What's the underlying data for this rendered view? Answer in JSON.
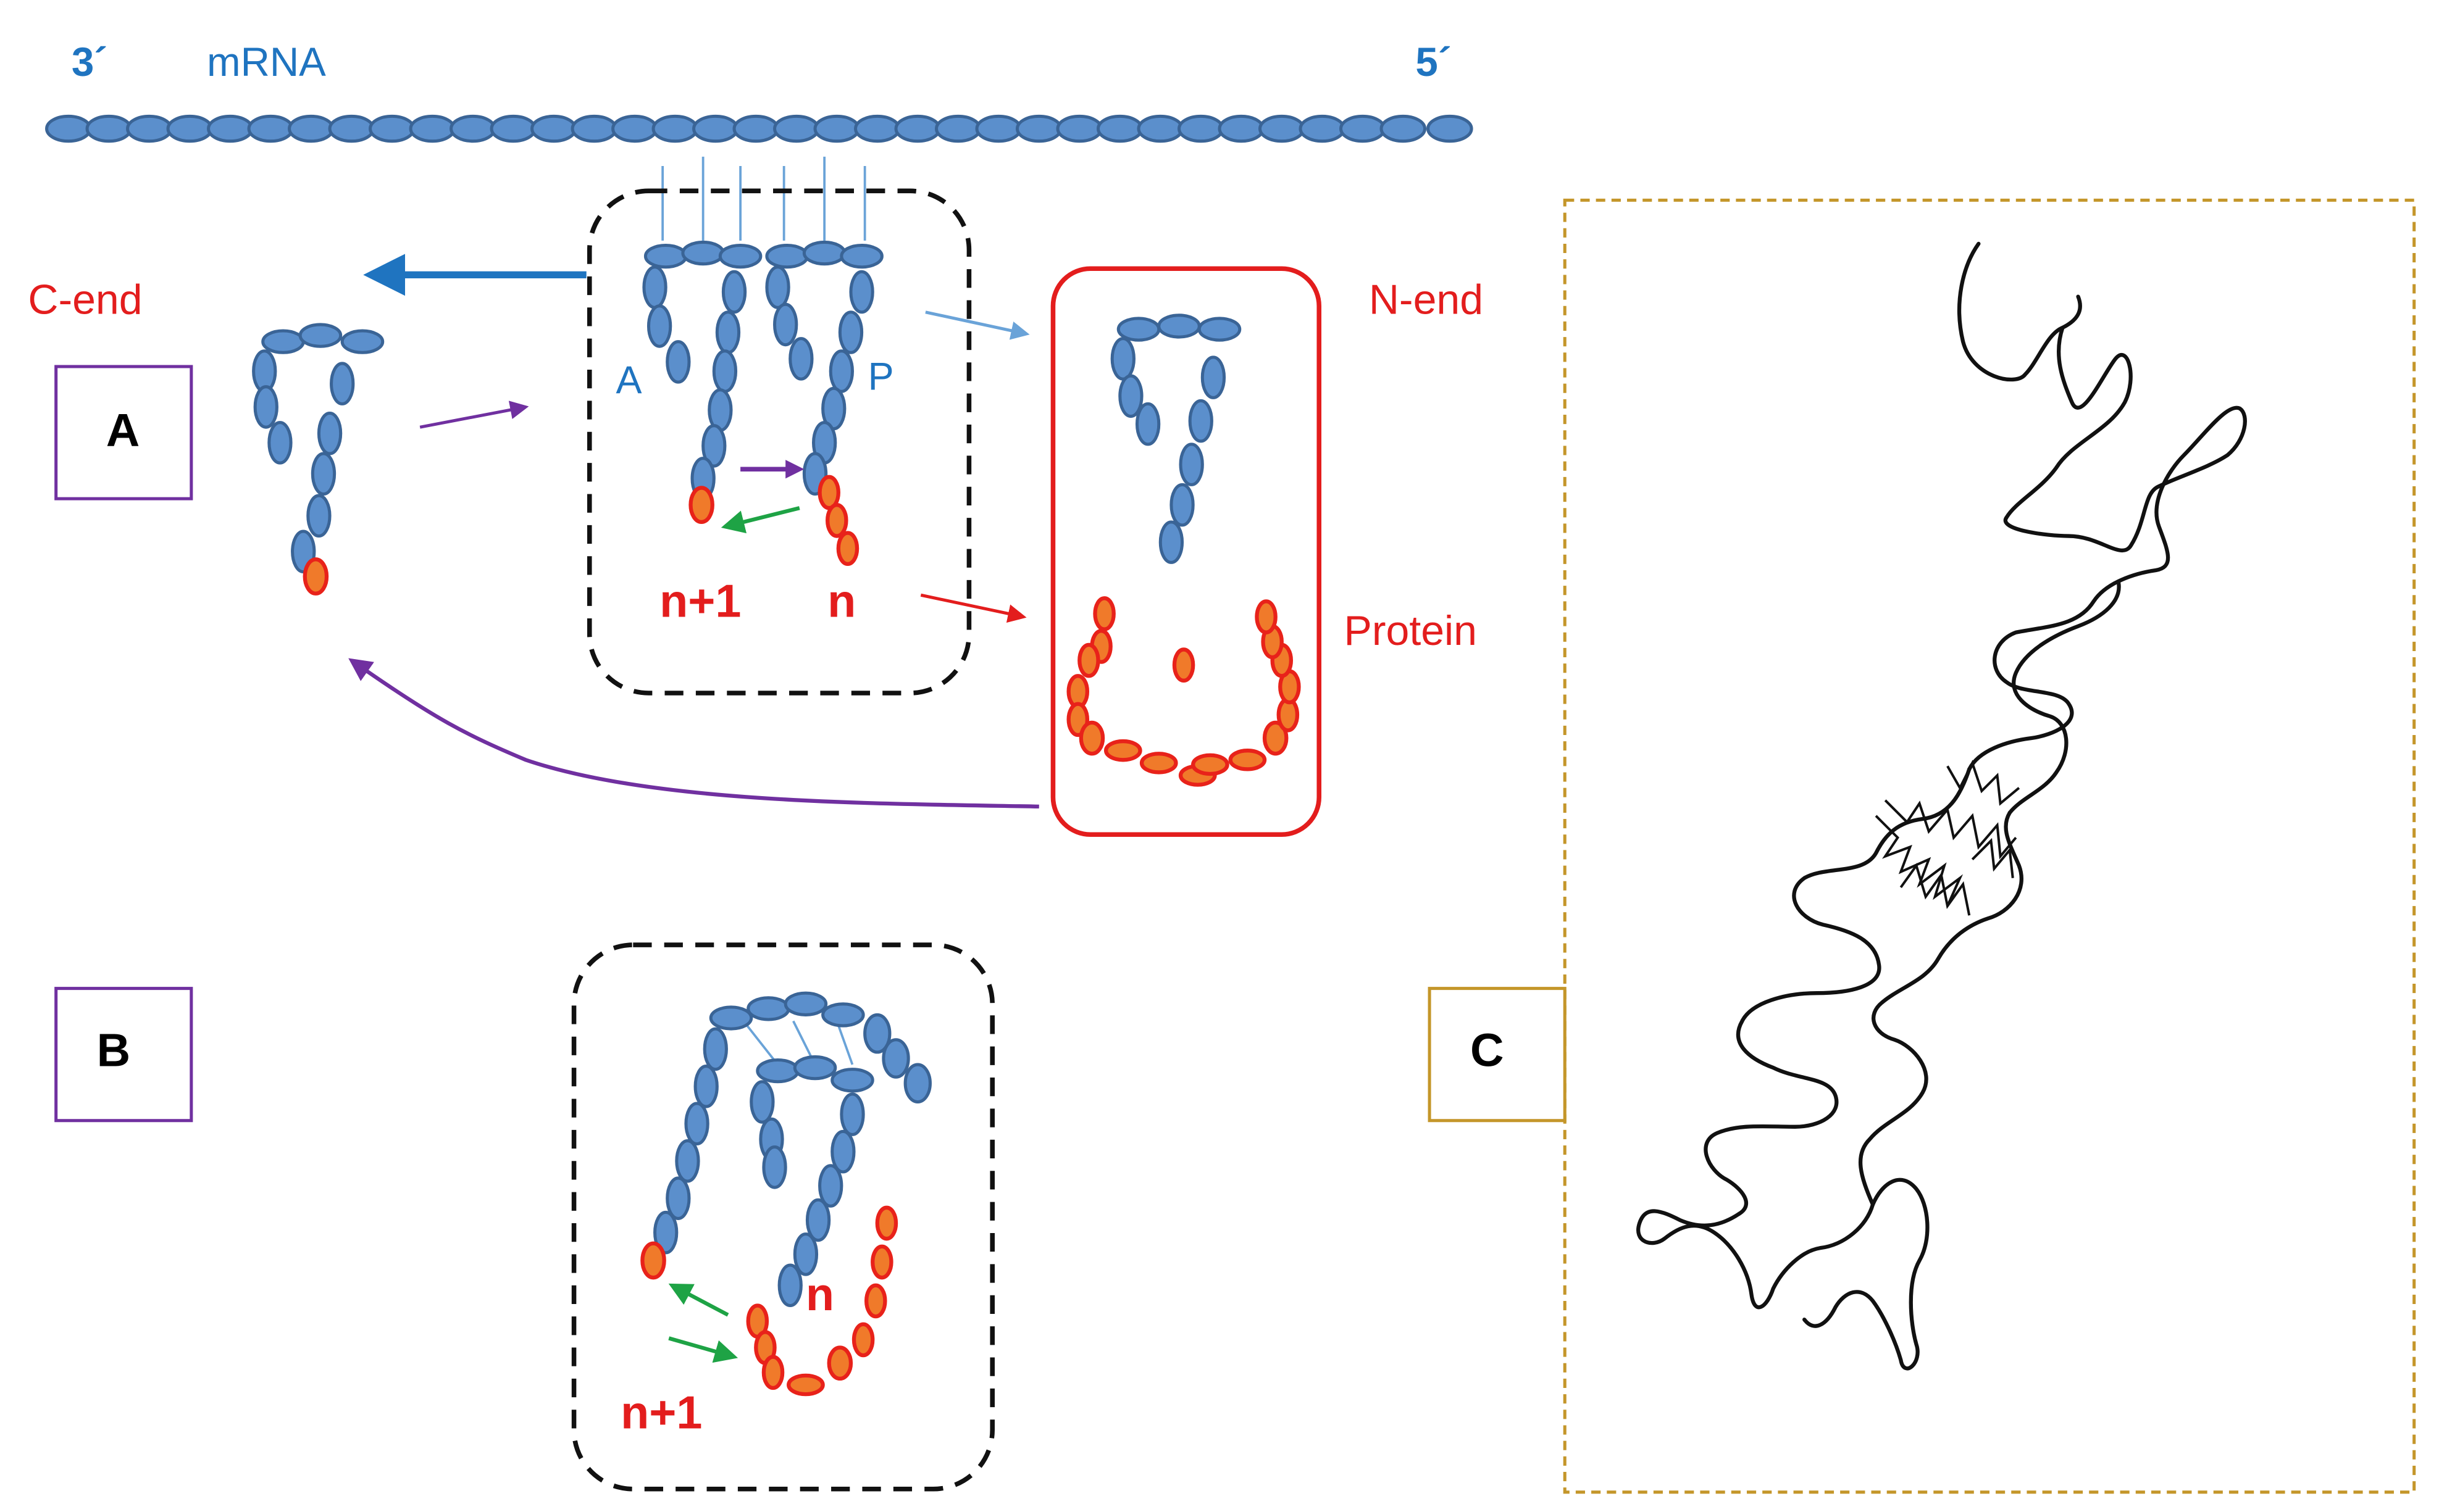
{
  "labels": {
    "three_prime": "3´",
    "mrna": "mRNA",
    "five_prime": "5´",
    "c_end": "C-end",
    "n_end": "N-end",
    "site_a": "A",
    "site_p": "P",
    "n_plus_1": "n+1",
    "n": "n",
    "protein": "Protein",
    "panel_a": "A",
    "panel_b": "B",
    "panel_c": "C",
    "n_plus_1_b": "n+1",
    "n_b": "n"
  },
  "colors": {
    "rna_fill": "#5B8FCC",
    "rna_stroke": "#3A6496",
    "protein_fill": "#F07A2A",
    "protein_stroke": "#E8221A",
    "label_blue": "#1F74C0",
    "label_red": "#E31D1D",
    "purple": "#7030A0",
    "green": "#1EA345",
    "gold": "#C4962A",
    "dashed": "#111111"
  }
}
